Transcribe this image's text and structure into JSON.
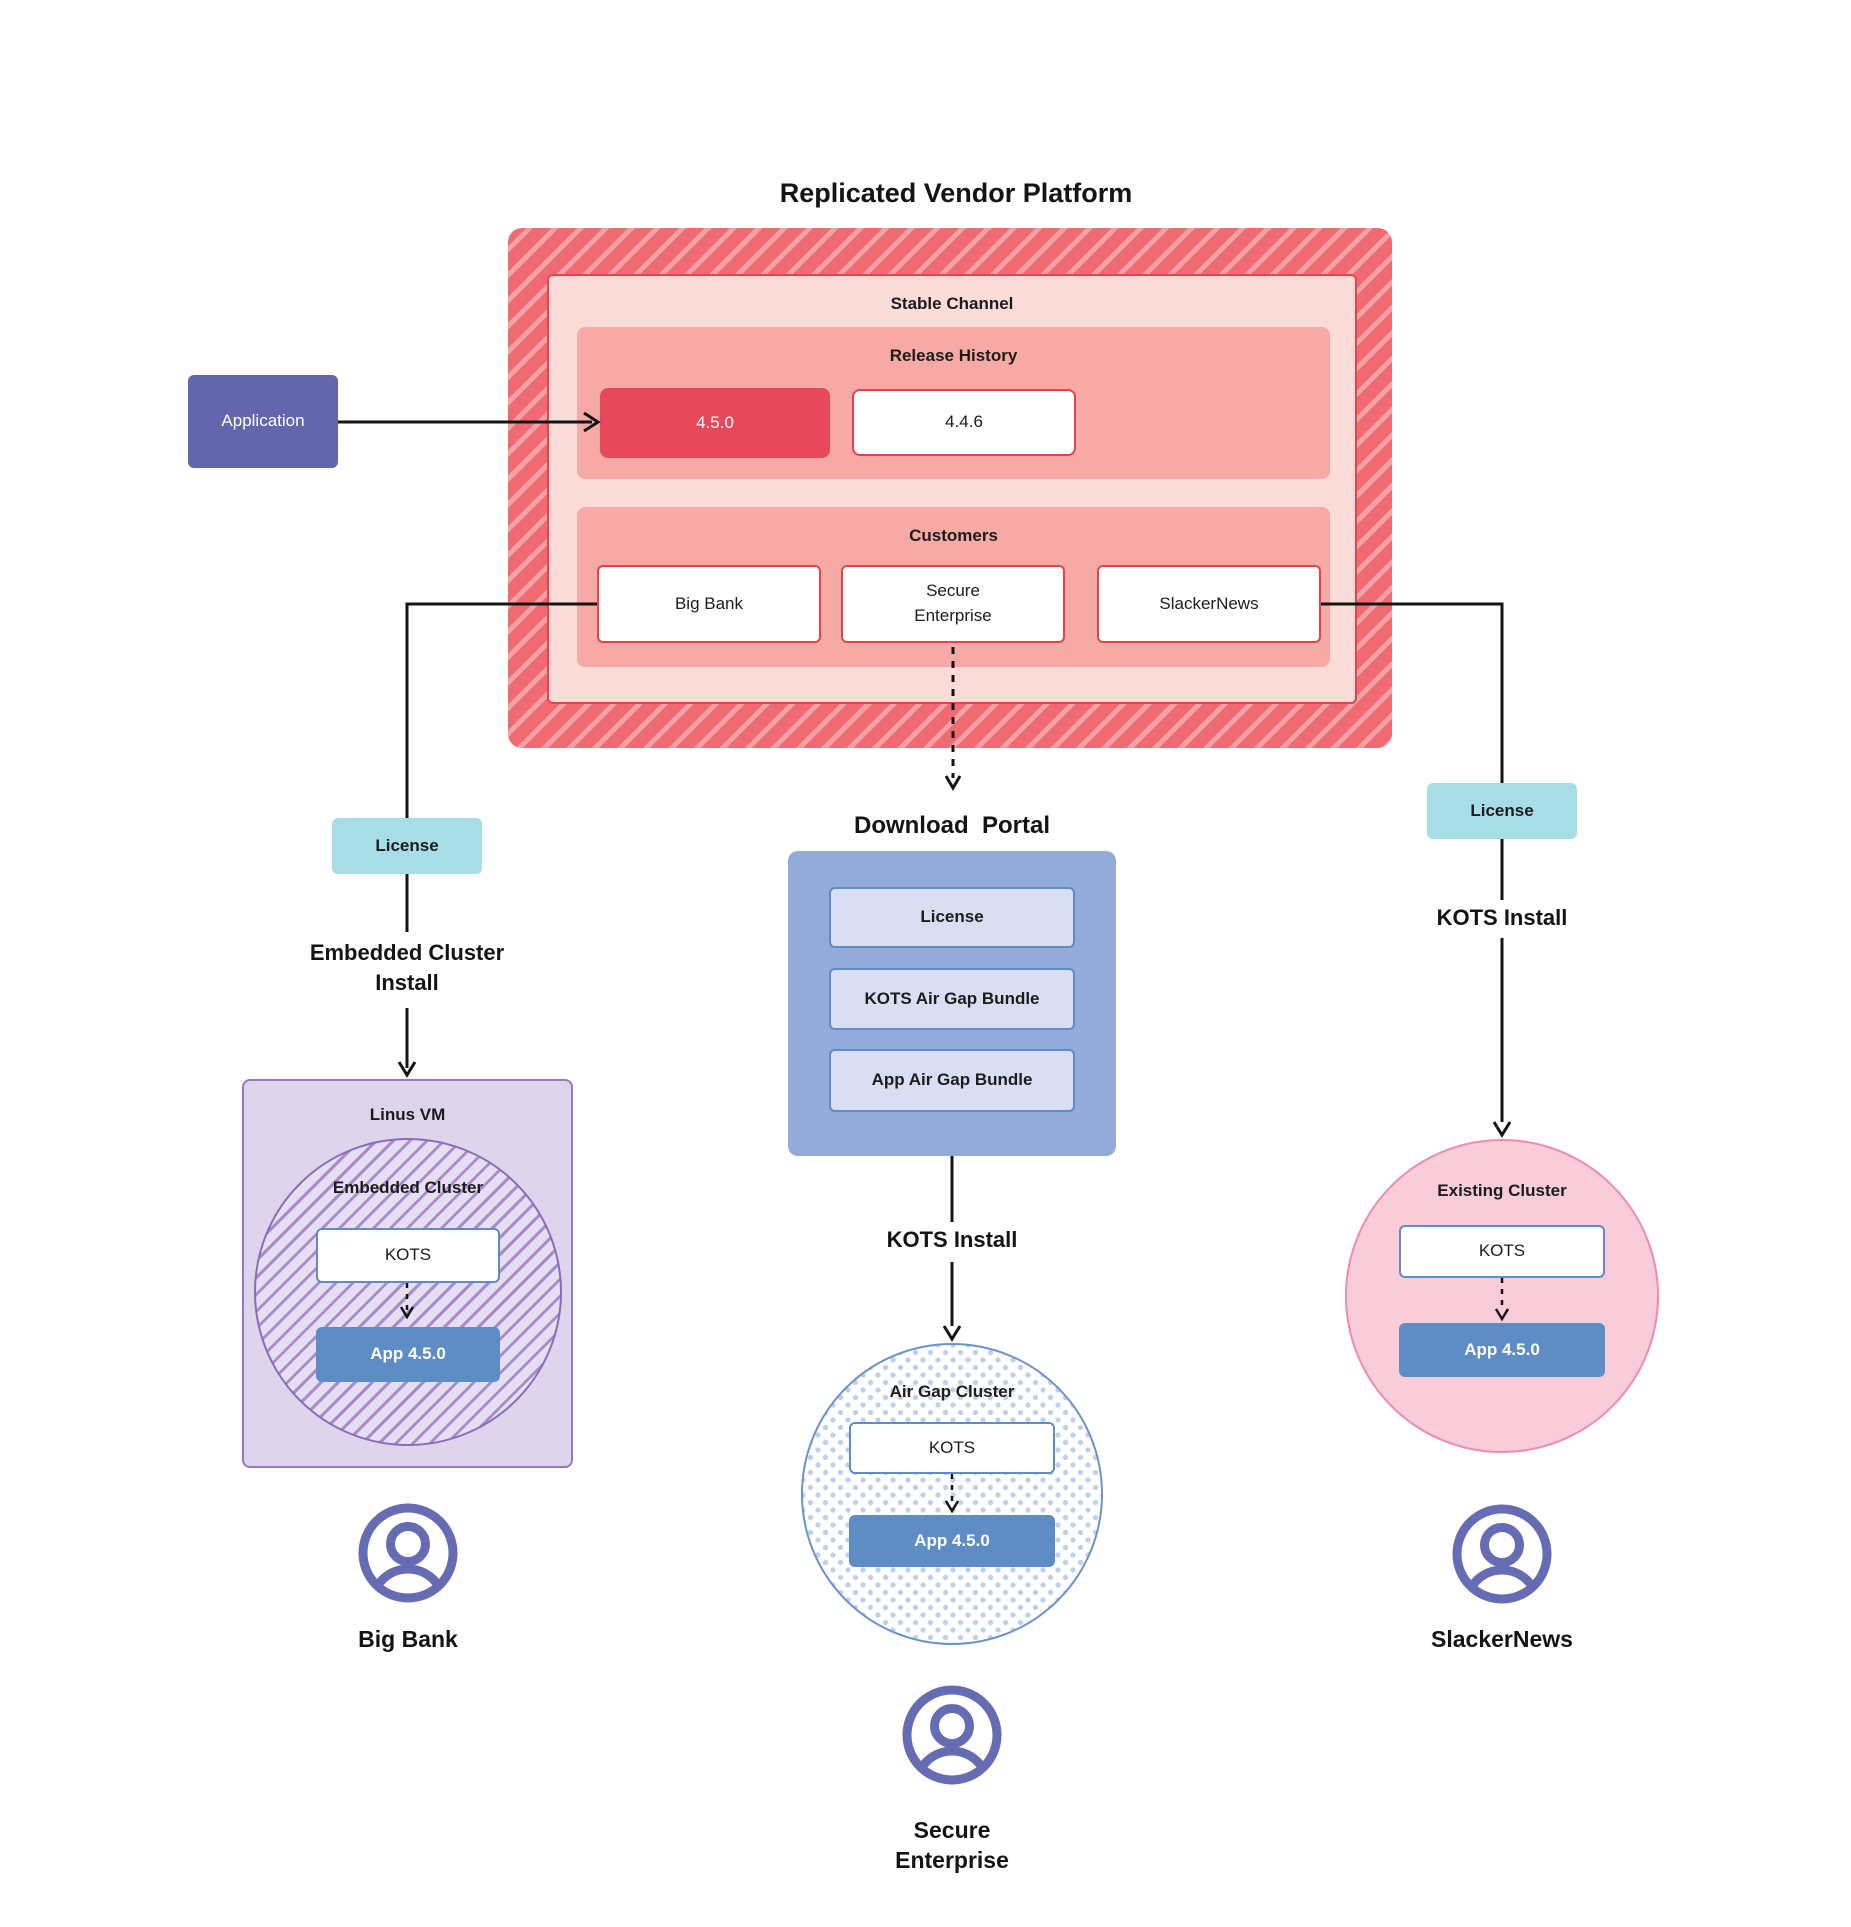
{
  "title": "Replicated Vendor Platform",
  "colors": {
    "hatch_red_base": "#ef6b71",
    "hatch_red_stripe": "#f6a1a5",
    "stable_fill": "#fbdcd9",
    "red_border": "#e8434c",
    "salmon_container": "#f7aaa5",
    "release_highlight": "#e8495a",
    "application_purple": "#6366ac",
    "license_teal": "#a6dde7",
    "portal_blue": "#92abd8",
    "bundle_fill": "#d9def3",
    "kots_border_blue": "#5f8cc9",
    "app_blue": "#5e8dc5",
    "vm_fill": "#ded4ec",
    "vm_border": "#9678c5",
    "embedded_stripe": "#a98cc9",
    "airgap_dot": "#bdd0ec",
    "existing_fill": "#f8ccd9",
    "existing_border": "#ef8cab",
    "user_icon": "#666cb3",
    "wire": "#141414"
  },
  "platform": {
    "stable_channel_label": "Stable Channel",
    "release_history": {
      "label": "Release History",
      "releases": [
        "4.5.0",
        "4.4.6"
      ],
      "current_release": "4.5.0"
    },
    "customers": {
      "label": "Customers",
      "items": [
        "Big Bank",
        "Secure Enterprise",
        "SlackerNews"
      ]
    }
  },
  "application_label": "Application",
  "left_branch": {
    "license_label": "License",
    "install_label": "Embedded Cluster Install",
    "vm_label": "Linus VM",
    "cluster_label": "Embedded Cluster",
    "kots_label": "KOTS",
    "app_label": "App 4.5.0",
    "customer_label": "Big Bank"
  },
  "middle_branch": {
    "portal_label": "Download  Portal",
    "portal_items": [
      "License",
      "KOTS Air Gap Bundle",
      "App Air Gap Bundle"
    ],
    "install_label": "KOTS Install",
    "cluster_label": "Air Gap Cluster",
    "kots_label": "KOTS",
    "app_label": "App 4.5.0",
    "customer_label": "Secure Enterprise"
  },
  "right_branch": {
    "license_label": "License",
    "install_label": "KOTS Install",
    "cluster_label": "Existing Cluster",
    "kots_label": "KOTS",
    "app_label": "App 4.5.0",
    "customer_label": "SlackerNews"
  }
}
